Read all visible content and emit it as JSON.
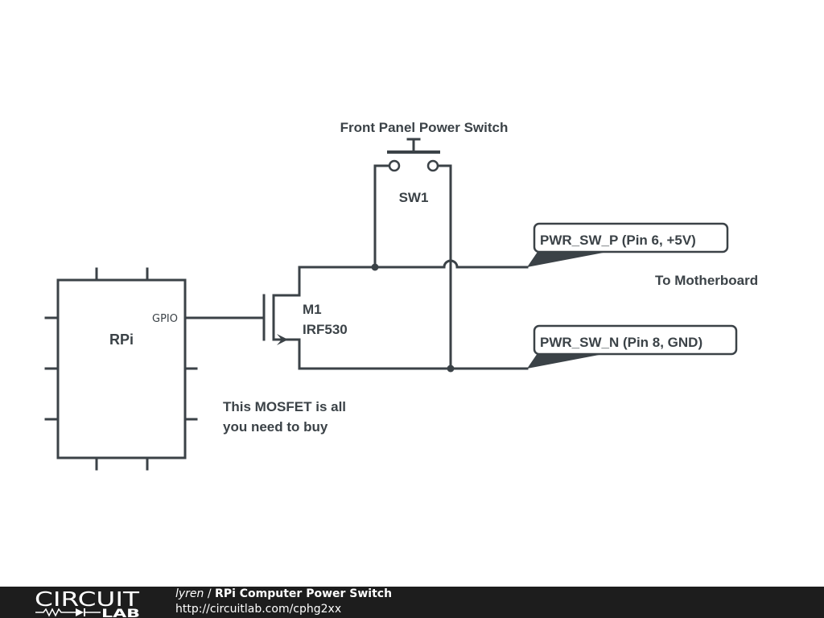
{
  "schematic": {
    "title_annotation": "Front Panel Power Switch",
    "components": {
      "rpi": {
        "label": "RPi",
        "pin_label": "GPIO"
      },
      "switch": {
        "ref": "SW1"
      },
      "mosfet": {
        "ref": "M1",
        "part": "IRF530"
      }
    },
    "net_labels": {
      "positive": "PWR_SW_P (Pin 6, +5V)",
      "negative": "PWR_SW_N (Pin 8, GND)"
    },
    "annotations": {
      "to_motherboard": "To Motherboard",
      "note_line1": "This MOSFET is all",
      "note_line2": "you need to buy"
    },
    "colors": {
      "ink": "#3b4247",
      "footer_bg": "#1d1d1d"
    }
  },
  "footer": {
    "logo_top": "CIRCUIT",
    "logo_bottom": "LAB",
    "author": "lyren",
    "separator": " / ",
    "title": "RPi Computer Power Switch",
    "url": "http://circuitlab.com/cphg2xx"
  }
}
